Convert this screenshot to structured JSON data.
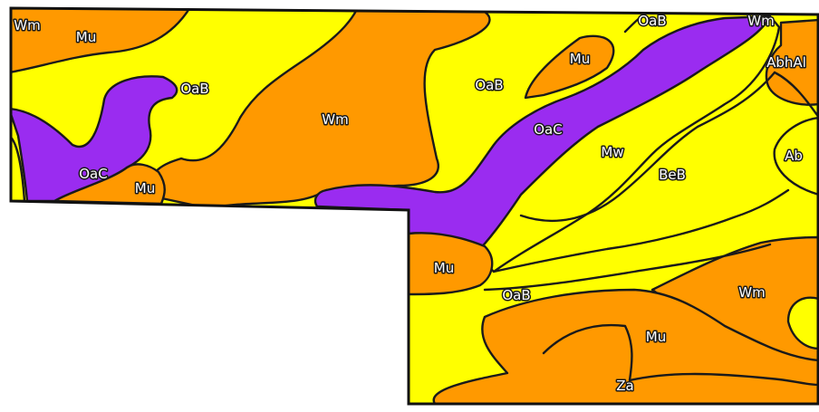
{
  "colors": {
    "yellow": "#ffff00",
    "orange": "#ff9900",
    "purple": "#9a2cf0",
    "outline": "#1a1a1a",
    "background": "#ffffff"
  },
  "labels": [
    {
      "id": "wm-top-left",
      "text": "Wm"
    },
    {
      "id": "mu-top-left",
      "text": "Mu"
    },
    {
      "id": "oab-left",
      "text": "OaB"
    },
    {
      "id": "oac-left",
      "text": "OaC"
    },
    {
      "id": "mu-left-bottom",
      "text": "Mu"
    },
    {
      "id": "wm-center",
      "text": "Wm"
    },
    {
      "id": "oab-center",
      "text": "OaB"
    },
    {
      "id": "mu-center-top",
      "text": "Mu"
    },
    {
      "id": "oab-top-right",
      "text": "OaB"
    },
    {
      "id": "wm-top-right",
      "text": "Wm"
    },
    {
      "id": "abhal-right",
      "text": "AbhAl"
    },
    {
      "id": "oac-center",
      "text": "OaC"
    },
    {
      "id": "mw-right",
      "text": "Mw"
    },
    {
      "id": "beb-right",
      "text": "BeB"
    },
    {
      "id": "ab-right",
      "text": "Ab"
    },
    {
      "id": "mu-lower-left",
      "text": "Mu"
    },
    {
      "id": "oab-lower",
      "text": "OaB"
    },
    {
      "id": "wm-lower-right",
      "text": "Wm"
    },
    {
      "id": "mu-lower",
      "text": "Mu"
    },
    {
      "id": "za-bottom",
      "text": "Za"
    }
  ]
}
